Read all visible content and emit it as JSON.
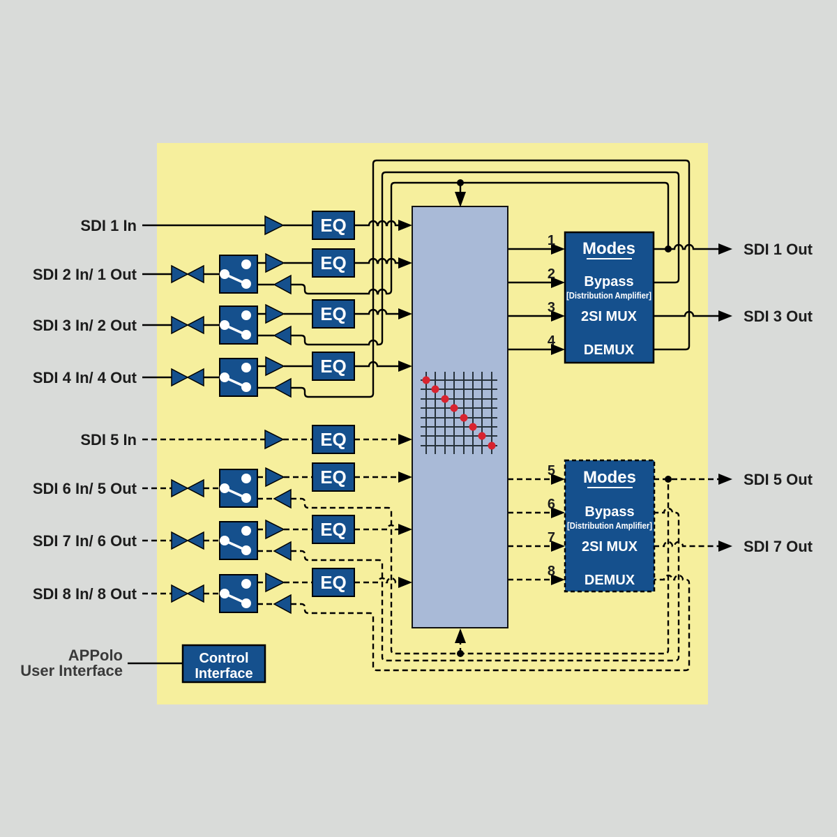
{
  "colors": {
    "background": "#d9dbd9",
    "panel_yellow": "#f6ef9d",
    "block_blue": "#15508d",
    "matrix_fill": "#a9bad7",
    "crosspoint_red": "#d8232f",
    "line_black": "#000000"
  },
  "labels": {
    "inputs": [
      "SDI 1 In",
      "SDI 2 In/ 1 Out",
      "SDI 3 In/ 2 Out",
      "SDI 4 In/ 4 Out",
      "SDI 5 In",
      "SDI 6 In/ 5 Out",
      "SDI 7 In/ 6 Out",
      "SDI 8 In/ 8 Out"
    ],
    "outputs": [
      "SDI 1 Out",
      "SDI 3 Out",
      "SDI 5 Out",
      "SDI 7 Out"
    ]
  },
  "ports": {
    "top": [
      "1",
      "2",
      "3",
      "4"
    ],
    "bottom": [
      "5",
      "6",
      "7",
      "8"
    ]
  },
  "blocks": {
    "eq_label": "EQ",
    "modes": {
      "title": "Modes",
      "bypass": "Bypass",
      "bypass_note": "[Distribution Amplifier]",
      "mux": "2SI MUX",
      "demux": "DEMUX"
    },
    "control_interface": {
      "line1": "Control",
      "line2": "Interface"
    }
  },
  "annotations": {
    "ui_source_line1": "APPolo",
    "ui_source_line2": "User Interface"
  }
}
